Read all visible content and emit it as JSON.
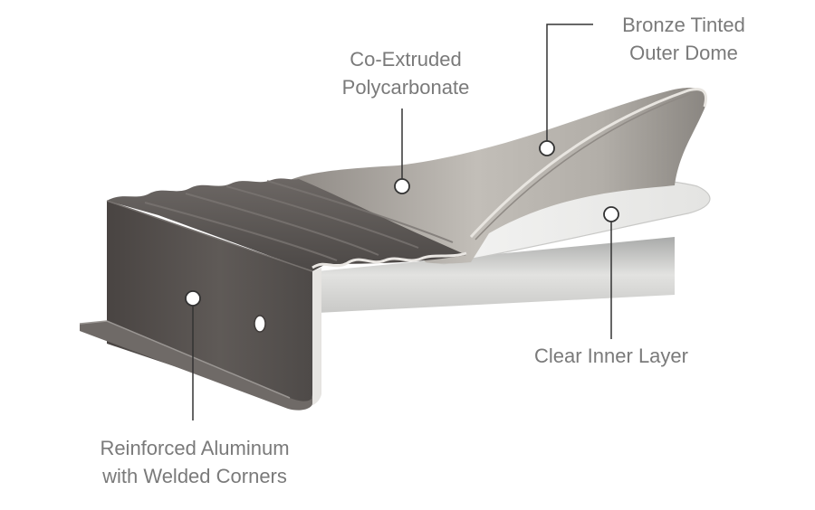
{
  "callouts": {
    "coextruded": {
      "line1": "Co-Extruded",
      "line2": "Polycarbonate"
    },
    "bronze": {
      "line1": "Bronze Tinted",
      "line2": "Outer Dome"
    },
    "clear": {
      "line1": "Clear Inner Layer"
    },
    "reinforced": {
      "line1": "Reinforced Aluminum",
      "line2": "with Welded Corners"
    }
  },
  "colors": {
    "label_text": "#7a7a7a",
    "leader_line": "#333333",
    "aluminum_dark": "#5b5654",
    "polycarbonate_bronze": "#b9b4ad",
    "clear_layer": "#ededeb"
  }
}
